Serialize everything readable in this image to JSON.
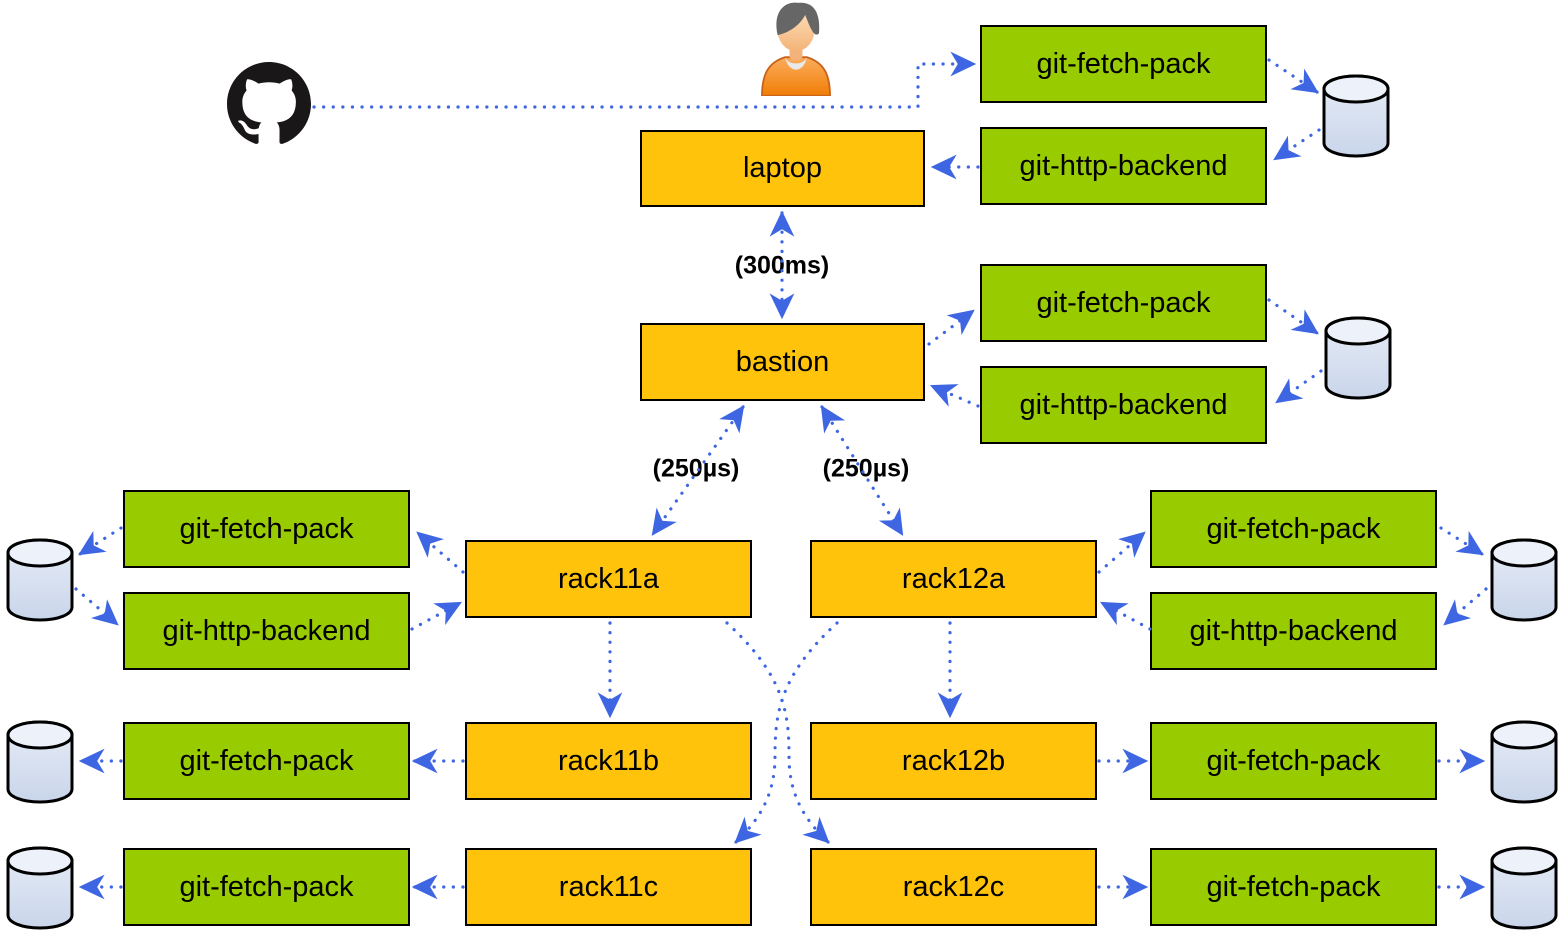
{
  "machines": {
    "laptop": {
      "label": "laptop"
    },
    "bastion": {
      "label": "bastion"
    },
    "rack11a": {
      "label": "rack11a"
    },
    "rack12a": {
      "label": "rack12a"
    },
    "rack11b": {
      "label": "rack11b"
    },
    "rack12b": {
      "label": "rack12b"
    },
    "rack11c": {
      "label": "rack11c"
    },
    "rack12c": {
      "label": "rack12c"
    }
  },
  "services": {
    "git_fetch_pack": "git-fetch-pack",
    "git_http_backend": "git-http-backend"
  },
  "edge_labels": {
    "laptop_bastion_latency": "(300ms)",
    "bastion_rack11a_latency": "(250µs)",
    "bastion_rack12a_latency": "(250µs)"
  },
  "icons": {
    "github": "github-logo",
    "user": "user-avatar",
    "disk": "database-cylinder"
  },
  "colors": {
    "machine_fill": "#FFC30B",
    "service_fill": "#99CC00",
    "edge_blue": "#3E66E2",
    "disk_fill": "#D9E2F1",
    "outline": "#000000"
  }
}
